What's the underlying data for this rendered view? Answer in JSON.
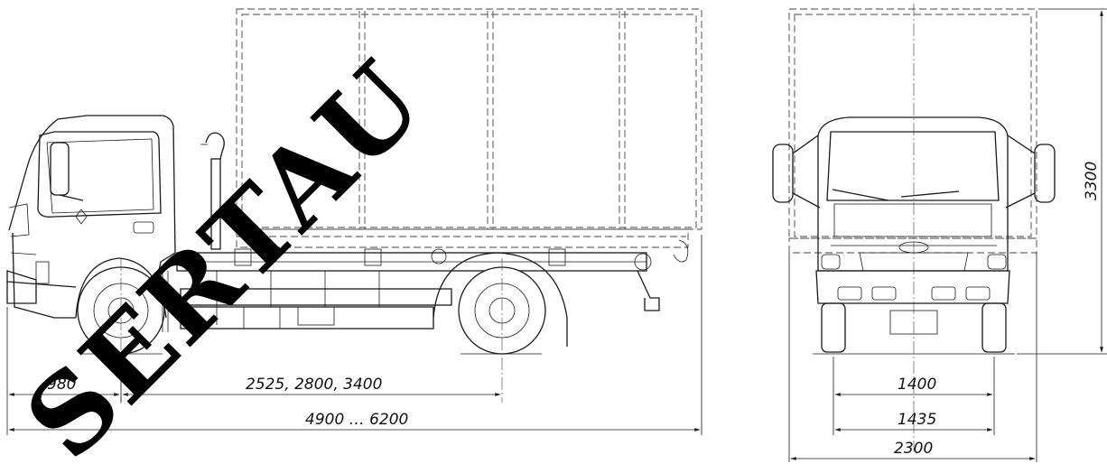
{
  "watermark": "SERTAU",
  "side_view": {
    "dimensions": {
      "front_overhang": "980",
      "wheelbase": "2525, 2800, 3400",
      "overall_length": "4900 … 6200"
    }
  },
  "front_view": {
    "dimensions": {
      "track_front": "1400",
      "track_rear": "1435",
      "overall_width": "2300",
      "overall_height": "3300"
    }
  },
  "colors": {
    "line": "#1a1a1a",
    "watermark": "#000000",
    "background": "#ffffff"
  }
}
